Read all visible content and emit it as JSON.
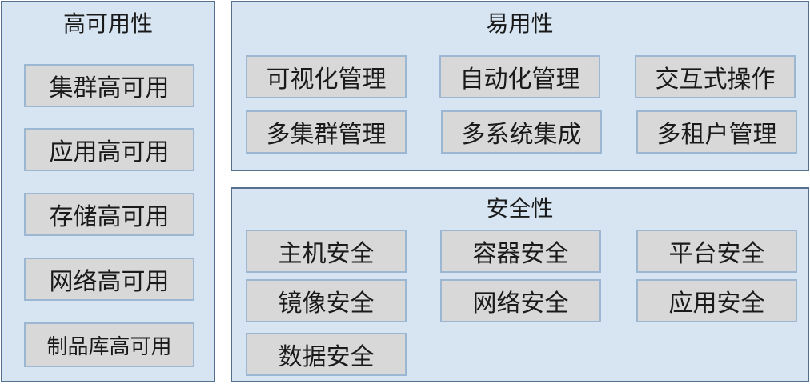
{
  "high_availability": {
    "title": "高可用性",
    "items": [
      "集群高可用",
      "应用高可用",
      "存储高可用",
      "网络高可用",
      "制品库高可用"
    ]
  },
  "usability": {
    "title": "易用性",
    "items": [
      "可视化管理",
      "自动化管理",
      "交互式操作",
      "多集群管理",
      "多系统集成",
      "多租户管理"
    ]
  },
  "security": {
    "title": "安全性",
    "items": [
      "主机安全",
      "容器安全",
      "平台安全",
      "镜像安全",
      "网络安全",
      "应用安全",
      "数据安全"
    ]
  },
  "colors": {
    "panel_bg": "#d6e5f1",
    "panel_border": "#55718f",
    "item_bg": "#d8d8d8",
    "item_border": "#9bb7d2"
  }
}
